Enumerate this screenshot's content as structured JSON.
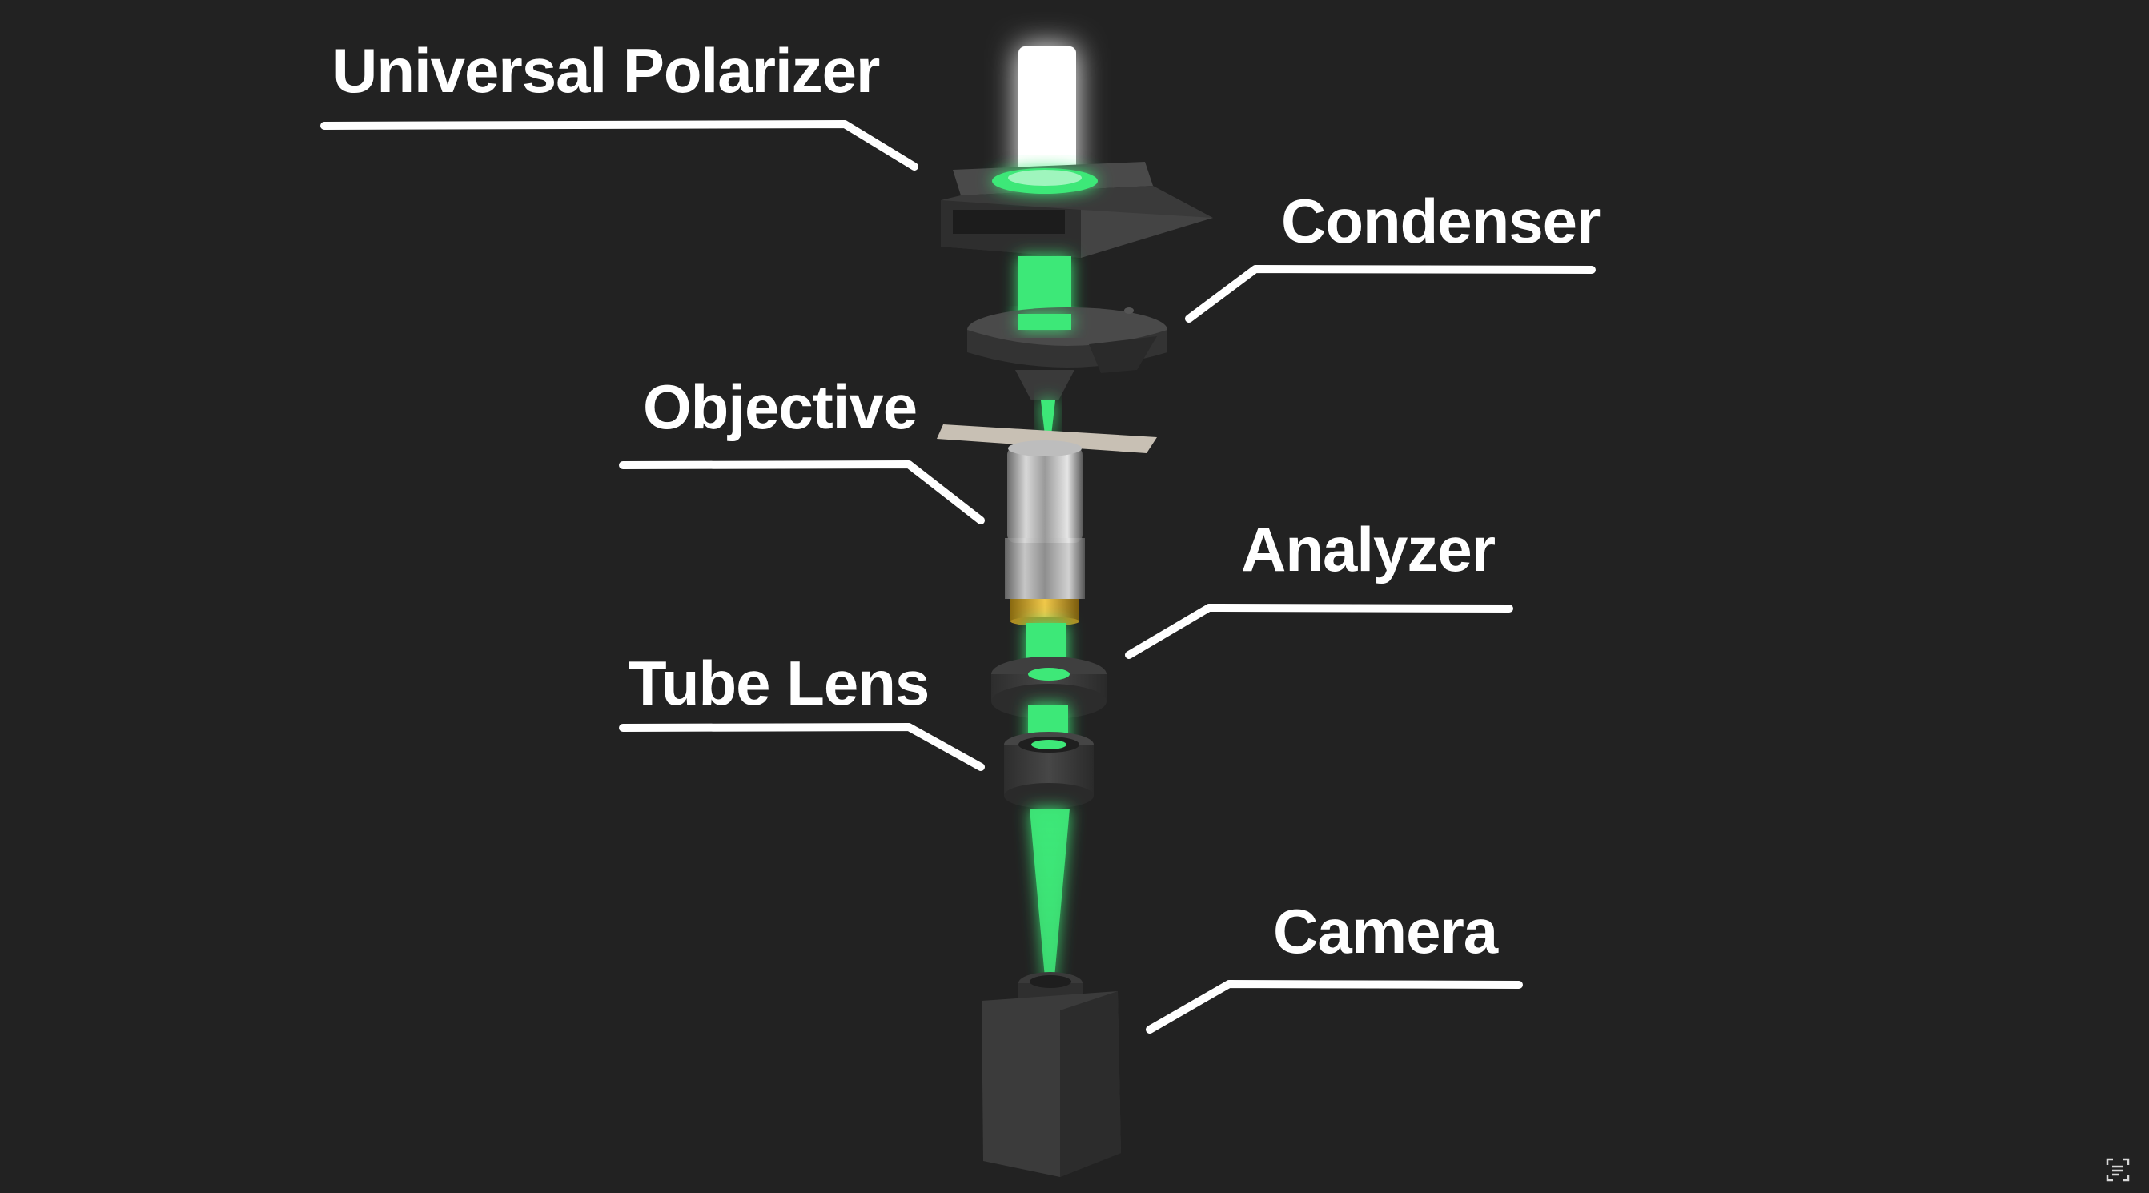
{
  "labels": {
    "universal_polarizer": "Universal Polarizer",
    "condenser": "Condenser",
    "objective": "Objective",
    "analyzer": "Analyzer",
    "tube_lens": "Tube Lens",
    "camera": "Camera"
  },
  "colors": {
    "background": "#222222",
    "beam": "#3ee878",
    "lamp": "#ffffff",
    "housing": "#3a3a3a",
    "label": "#ffffff",
    "objective_ring": "#c9a227"
  },
  "icons": {
    "corner": "scan-text-icon"
  }
}
